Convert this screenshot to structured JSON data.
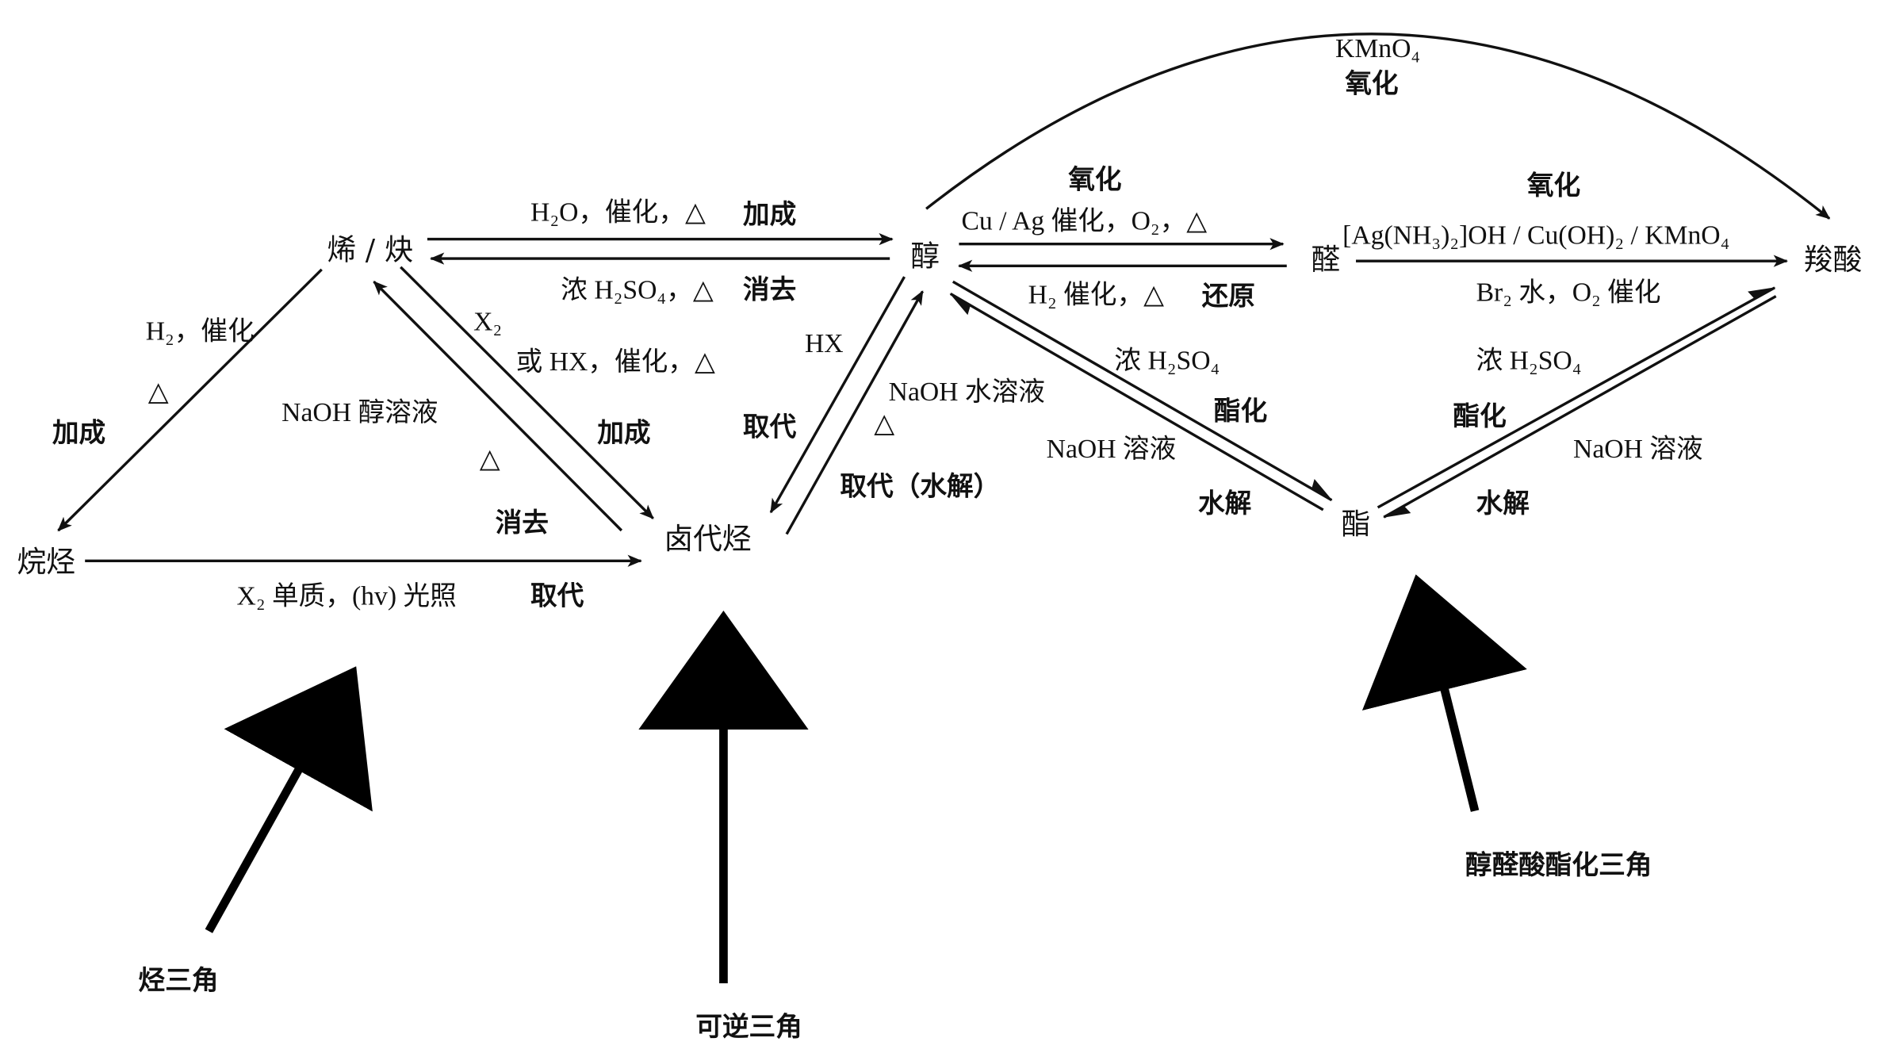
{
  "nodes": {
    "alkene_alkyne": "烯 / 炔",
    "alkane": "烷烃",
    "haloalkane": "卤代烃",
    "alcohol": "醇",
    "aldehyde": "醛",
    "carboxylic_acid": "羧酸",
    "ester": "酯"
  },
  "conditions": {
    "alkene_to_alcohol": "H₂O，催化，△",
    "alcohol_to_alkene": "浓 H₂SO₄，△",
    "alkene_to_alkane_1": "H₂，催化",
    "alkene_to_alkane_2": "△",
    "alkane_to_halo": "X₂ 单质，(hv) 光照",
    "alkene_to_halo_1": "X₂",
    "alkene_to_halo_2": "或 HX，催化，△",
    "halo_to_alkene_1": "NaOH 醇溶液",
    "halo_to_alkene_2": "△",
    "alcohol_to_halo": "HX",
    "halo_to_alcohol_1": "NaOH 水溶液",
    "halo_to_alcohol_2": "△",
    "alcohol_to_aldehyde": "Cu / Ag 催化，O₂，△",
    "aldehyde_to_alcohol": "H₂ 催化，△",
    "aldehyde_to_acid_1": "[Ag(NH₃)₂]OH / Cu(OH)₂ / KMnO₄",
    "aldehyde_to_acid_2": "Br₂ 水，O₂ 催化",
    "alcohol_to_acid": "KMnO₄",
    "alcohol_ester": "浓 H₂SO₄",
    "ester_alcohol": "NaOH 溶液",
    "acid_ester": "浓 H₂SO₄",
    "ester_acid": "NaOH 溶液"
  },
  "reactions": {
    "addition_top": "加成",
    "elimination_top": "消去",
    "addition_left": "加成",
    "addition_mid": "加成",
    "elimination_mid": "消去",
    "substitution_bottom": "取代",
    "substitution_halo": "取代",
    "substitution_hydrolysis": "取代（水解）",
    "oxidation_arc": "氧化",
    "oxidation_1": "氧化",
    "oxidation_2": "氧化",
    "reduction": "还原",
    "esterification_1": "酯化",
    "hydrolysis_1": "水解",
    "esterification_2": "酯化",
    "hydrolysis_2": "水解"
  },
  "callouts": {
    "hydrocarbon_triangle": "烃三角",
    "reversible_triangle": "可逆三角",
    "ester_triangle": "醇醛酸酯化三角"
  }
}
